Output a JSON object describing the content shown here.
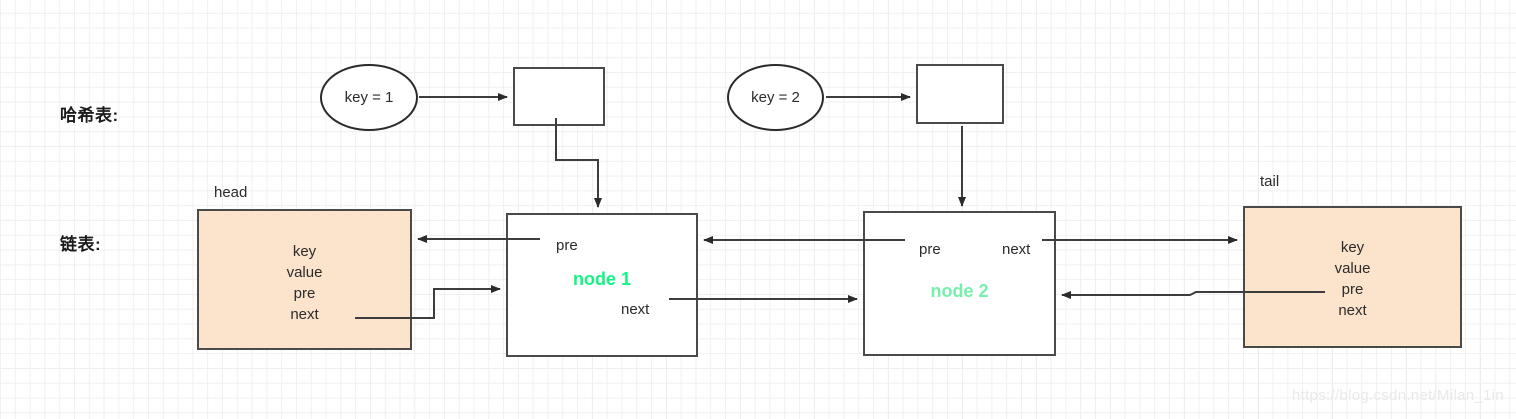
{
  "diagram": {
    "title": "LRU cache structure: hash map and doubly linked list",
    "rows": [
      {
        "key": "hash_table",
        "label": "哈希表:"
      },
      {
        "key": "linked_list",
        "label": "链表:"
      }
    ],
    "hash_entries": [
      {
        "key_label": "key = 1",
        "bucket_label": ""
      },
      {
        "key_label": "key = 2",
        "bucket_label": ""
      }
    ],
    "list_labels": {
      "head": "head",
      "tail": "tail"
    },
    "nodes": [
      {
        "id": "head",
        "title": "",
        "fields": "key\nvalue\npre\nnext",
        "field_lines": [
          "key",
          "value",
          "pre",
          "next"
        ],
        "fill": "#fce3cc"
      },
      {
        "id": "node1",
        "title": "node 1",
        "title_color": "#12f584",
        "pre": "pre",
        "next": "next",
        "fill": "#ffffff"
      },
      {
        "id": "node2",
        "title": "node 2",
        "title_color": "#76efac",
        "pre": "pre",
        "next": "next",
        "fill": "#ffffff"
      },
      {
        "id": "tail",
        "title": "",
        "fields": "key\nvalue\npre\nnext",
        "field_lines": [
          "key",
          "value",
          "pre",
          "next"
        ],
        "fill": "#fce3cc"
      }
    ],
    "colors": {
      "peach_fill": "#fce3cc",
      "node1_green": "#12f584",
      "node2_green": "#76efac",
      "stroke": "#3d3d3d",
      "grid_minor": "#f0f0f0",
      "grid_major": "#e6e6e6"
    },
    "watermark": "https://blog.csdn.net/Milan_1in"
  }
}
